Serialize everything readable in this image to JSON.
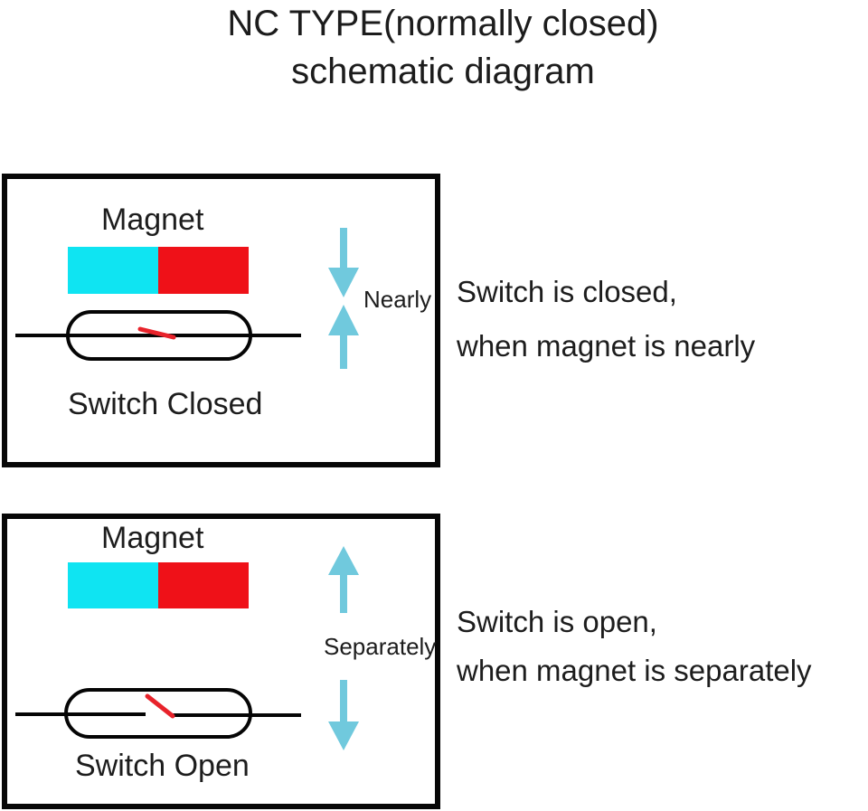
{
  "title": {
    "line1": "NC TYPE(normally closed)",
    "line2": "schematic diagram"
  },
  "colors": {
    "magnet_north": "#0fe4f2",
    "magnet_south": "#ef1118",
    "arrow": "#70c9dd",
    "contact": "#e8232b",
    "line": "#050505"
  },
  "panel_closed": {
    "magnet_label": "Magnet",
    "switch_label": "Switch Closed",
    "distance_label": "Nearly",
    "caption_line1": "Switch is closed,",
    "caption_line2": "when magnet is nearly"
  },
  "panel_open": {
    "magnet_label": "Magnet",
    "switch_label": "Switch Open",
    "distance_label": "Separately",
    "caption_line1": "Switch is open,",
    "caption_line2": "when magnet is separately"
  }
}
